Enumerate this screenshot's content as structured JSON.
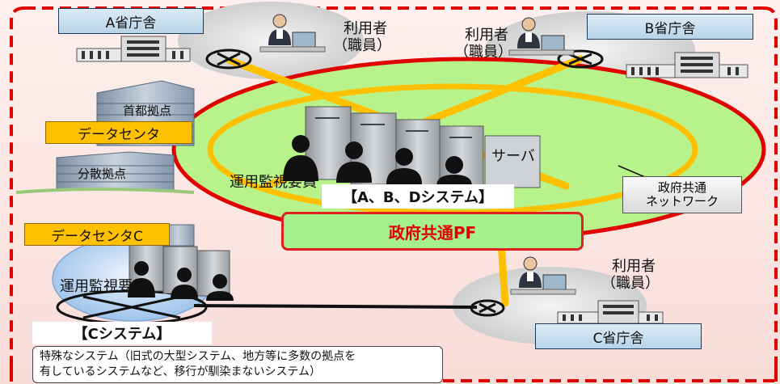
{
  "offices": {
    "a": "A省庁舎",
    "b": "B省庁舎",
    "c": "C省庁舎"
  },
  "users": {
    "a": [
      "利用者",
      "（職員）"
    ],
    "b": [
      "利用者",
      "（職員）"
    ],
    "c": [
      "利用者",
      "（職員）"
    ]
  },
  "datacenter": {
    "label": "データセンタ",
    "capital": "首都拠点",
    "distributed": "分散拠点"
  },
  "datacenter_c": "データセンタC",
  "operators": {
    "main": "運用監視要員",
    "c": "運用監視要員"
  },
  "server_label": "サーバ",
  "system_abd": "【A、B、Dシステム】",
  "system_c": "【Cシステム】",
  "network": [
    "政府共通",
    "ネットワーク"
  ],
  "platform": "政府共通PF",
  "note": [
    "特殊なシステム（旧式の大型システム、地方等に多数の拠点を",
    "有しているシステムなど、移行が馴染まないシステム）"
  ],
  "colors": {
    "frame": "#e00000",
    "link": "#ffc000",
    "platform_fill": "#a6f08c",
    "platform_text": "#e00000"
  }
}
